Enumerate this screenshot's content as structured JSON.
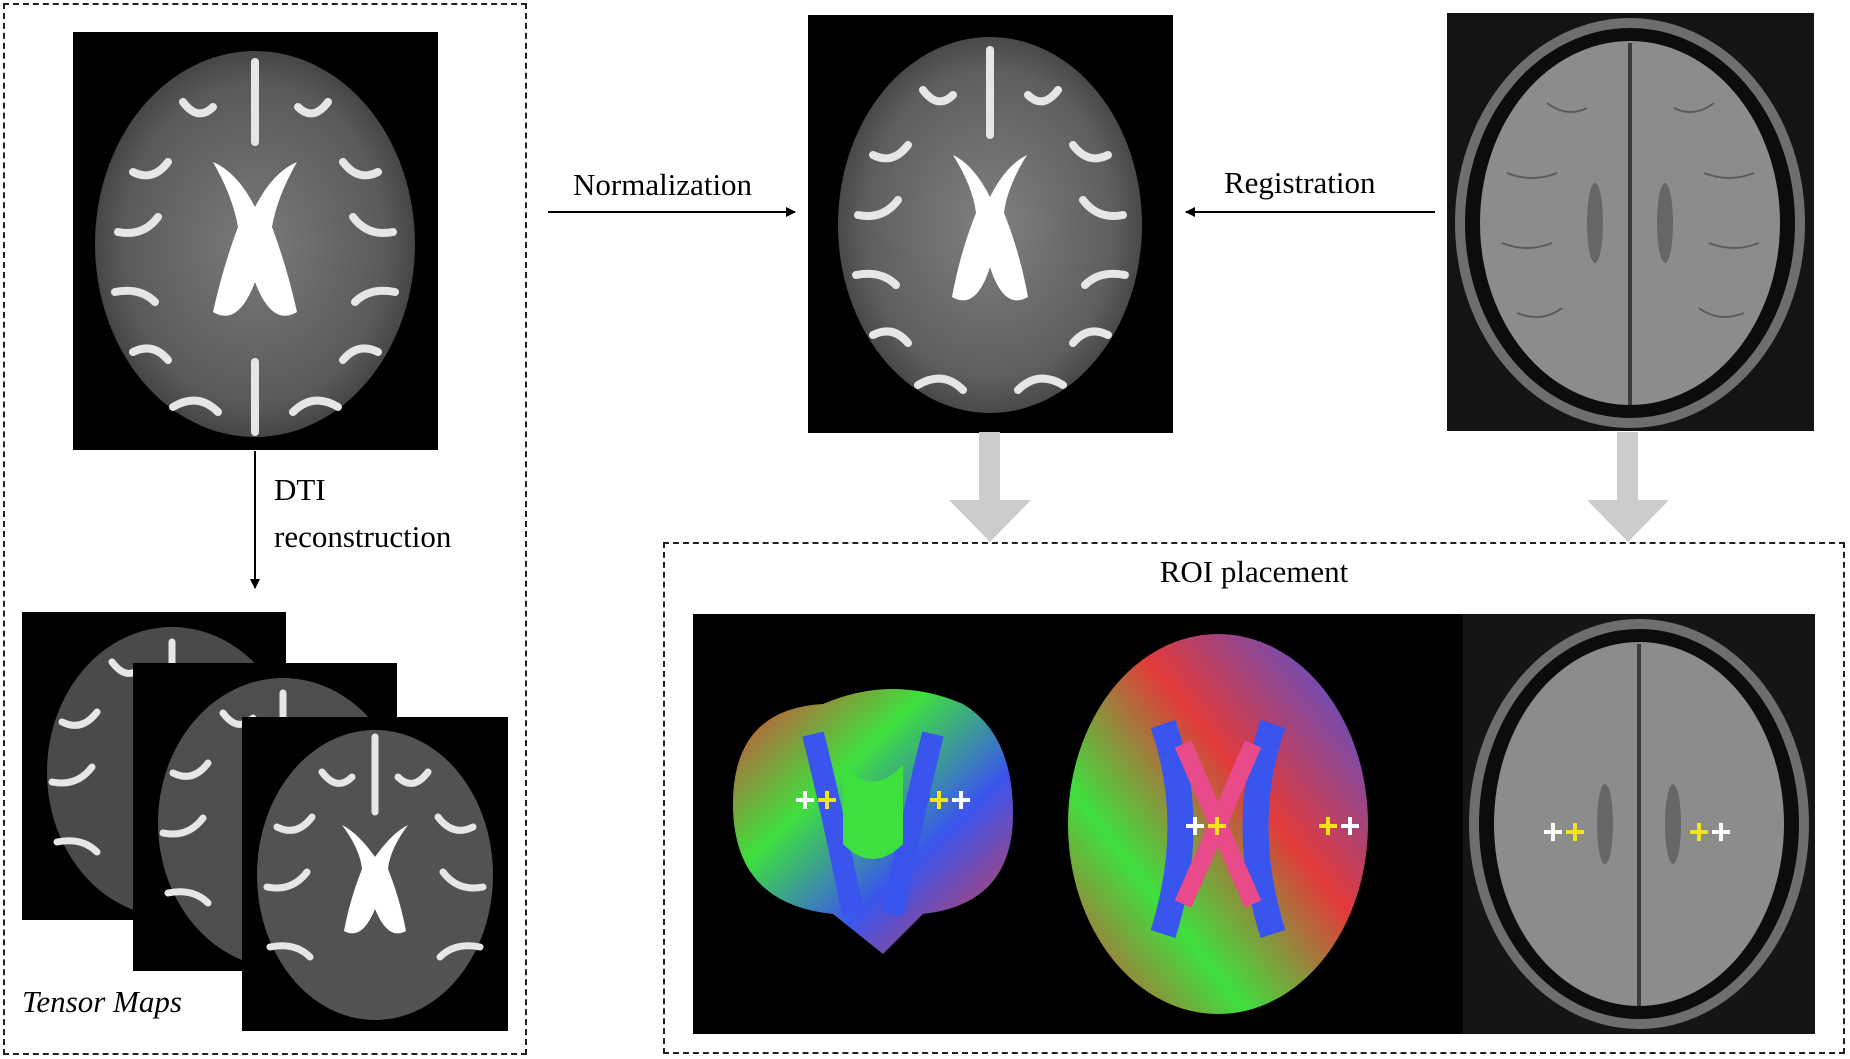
{
  "labels": {
    "normalization": "Normalization",
    "registration": "Registration",
    "dti_reconstruction_line1": "DTI",
    "dti_reconstruction_line2": "reconstruction",
    "tensor_maps": "Tensor Maps",
    "roi_placement": "ROI placement"
  },
  "panels": {
    "native_b0": "dwi-brain-axial",
    "normalized_b0": "dwi-brain-axial-normalized",
    "swi_image": "swi-brain-axial",
    "tensor_maps": [
      "tensor-map-1",
      "tensor-map-2",
      "tensor-map-3"
    ],
    "roi_color_coronal": "color-fa-coronal",
    "roi_color_axial": "color-fa-axial",
    "roi_swi": "swi-brain-axial-roi"
  },
  "colors": {
    "roi_marker_white": "#ffffff",
    "roi_marker_yellow": "#f4e21a",
    "flow_arrow_gray": "#cccccc",
    "panel_background": "#000000"
  }
}
